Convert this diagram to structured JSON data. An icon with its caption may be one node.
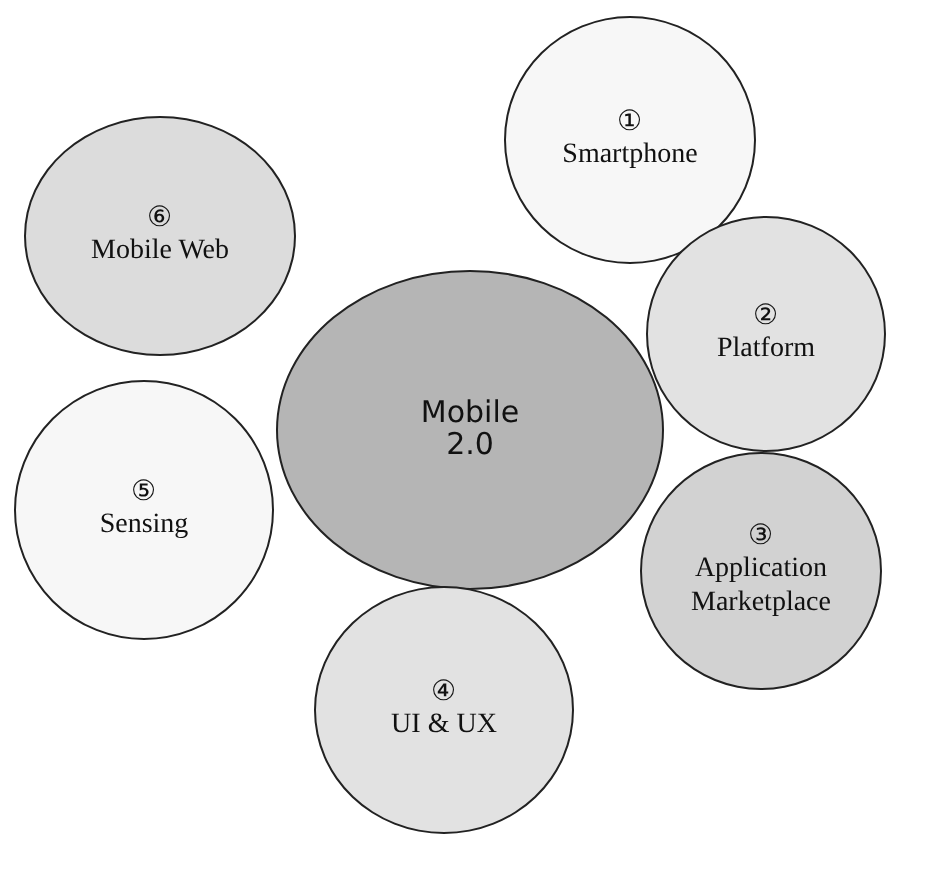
{
  "diagram": {
    "nodes": [
      {
        "text": [
          "①",
          "Smartphone"
        ]
      },
      {
        "text": [
          "②",
          "Platform"
        ]
      },
      {
        "text": [
          "③",
          "Application Marketplace"
        ]
      },
      {
        "text": [
          "④",
          "UI & UX"
        ]
      },
      {
        "text": [
          "⑤",
          "Sensing"
        ]
      },
      {
        "text": [
          "⑥",
          "Mobile Web"
        ]
      },
      {
        "text": [
          "Mobile 2.0"
        ]
      }
    ],
    "edges": []
  }
}
